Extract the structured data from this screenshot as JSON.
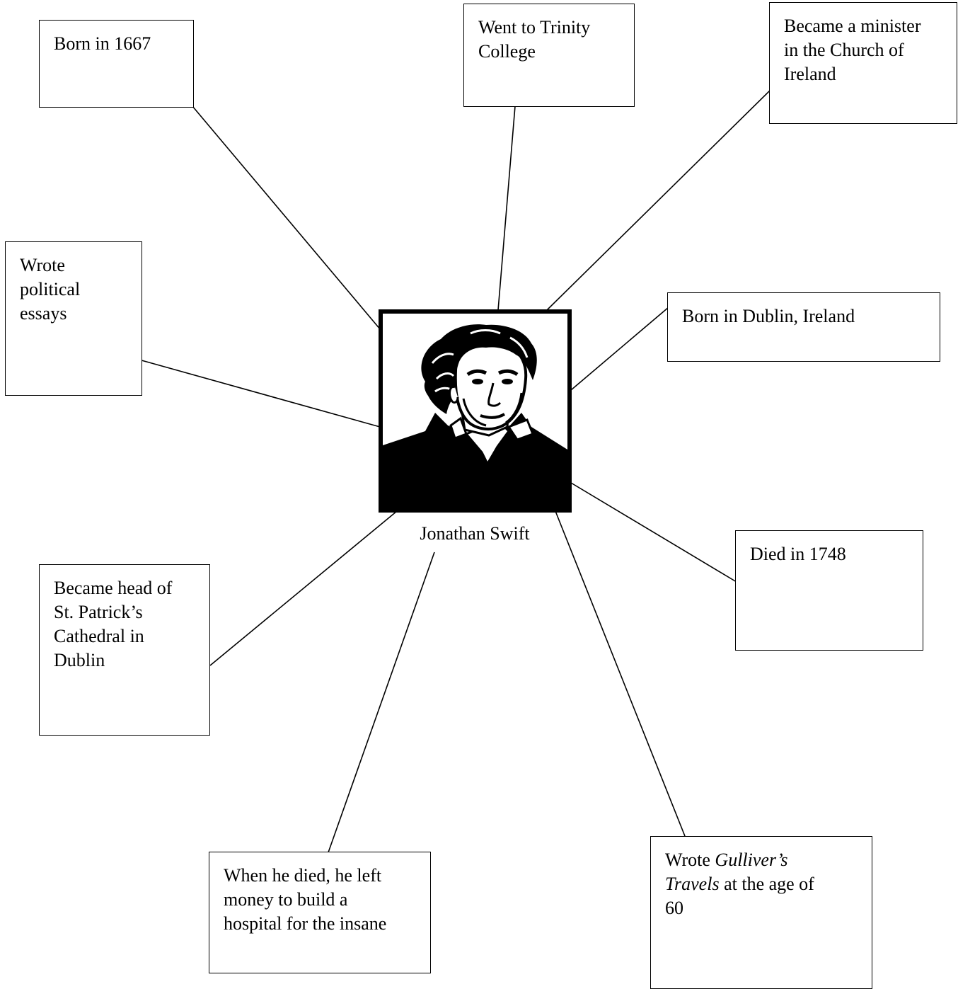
{
  "center": {
    "label": "Jonathan Swift"
  },
  "facts": {
    "born_year": "Born in 1667",
    "college": [
      "Went to Trinity",
      "College"
    ],
    "minister": [
      "Became a minister",
      "in the Church of",
      "Ireland"
    ],
    "political": [
      "Wrote",
      "political",
      "essays"
    ],
    "birthplace": "Born in Dublin, Ireland",
    "died_year": "Died in 1748",
    "cathedral": [
      "Became head of",
      "St. Patrick’s",
      "Cathedral in",
      "Dublin"
    ],
    "hospital": [
      "When he died, he left",
      "money to build a",
      "hospital for the insane"
    ],
    "gulliver": {
      "prefix": "Wrote ",
      "title_part1": "Gulliver’s",
      "title_part2": "Travels",
      "suffix": " at the age of",
      "age": "60"
    }
  },
  "icons": {
    "portrait": "jonathan-swift-portrait"
  }
}
